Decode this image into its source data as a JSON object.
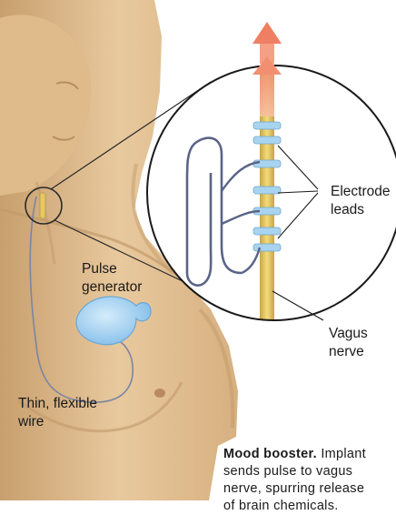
{
  "labels": {
    "electrode": "Electrode",
    "leads": "leads",
    "pulse": "Pulse",
    "generator": "generator",
    "vagus": "Vagus",
    "nerve": "nerve",
    "wire_line1": "Thin, flexible",
    "wire_line2": "wire"
  },
  "caption": {
    "heading": "Mood booster.",
    "line1_tail": "Implant",
    "line2": "sends pulse to vagus",
    "line3": "nerve, spurring release",
    "line4": "of brain chemicals."
  },
  "colors": {
    "skin": "#e3c296",
    "skin_shadow": "#c9a274",
    "arrow": "#f0876a",
    "nerve": "#e8c860",
    "electrode": "#a9d4ef",
    "generator": "#9fd0f4",
    "wire": "#7a85a3"
  }
}
